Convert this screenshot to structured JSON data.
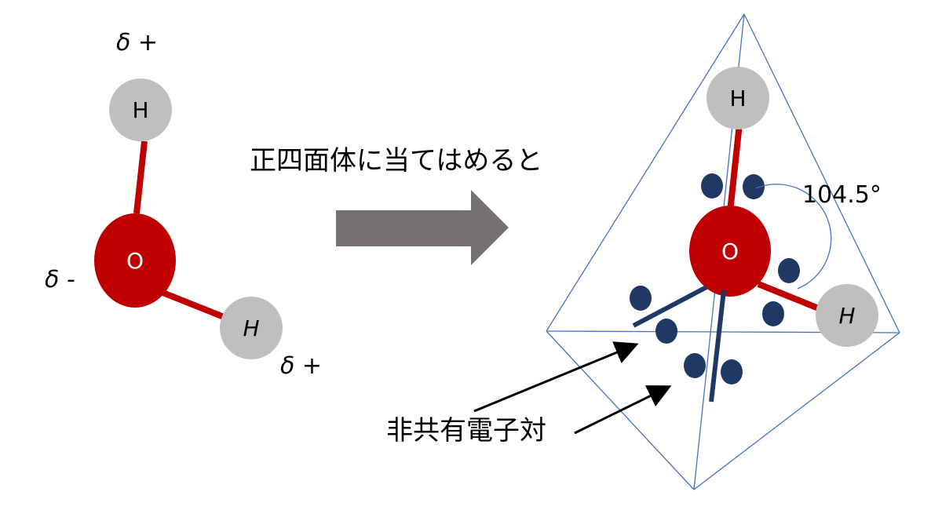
{
  "left_molecule": {
    "oxygen_label": "O",
    "hydrogen_top_label": "H",
    "hydrogen_right_label": "H",
    "charge_top": "δ +",
    "charge_left": "δ -",
    "charge_right": "δ +"
  },
  "transition": {
    "caption": "正四面体に当てはめると"
  },
  "right_molecule": {
    "oxygen_label": "O",
    "hydrogen_top_label": "H",
    "hydrogen_right_label": "H",
    "bond_angle": "104.5°",
    "lone_pair_label": "非共有電子対"
  },
  "colors": {
    "oxygen": "#c00000",
    "hydrogen": "#bfbfbf",
    "bond": "#c00000",
    "electron": "#1f3864",
    "tetrahedron_edge": "#4472c4",
    "arrow": "#767171"
  }
}
